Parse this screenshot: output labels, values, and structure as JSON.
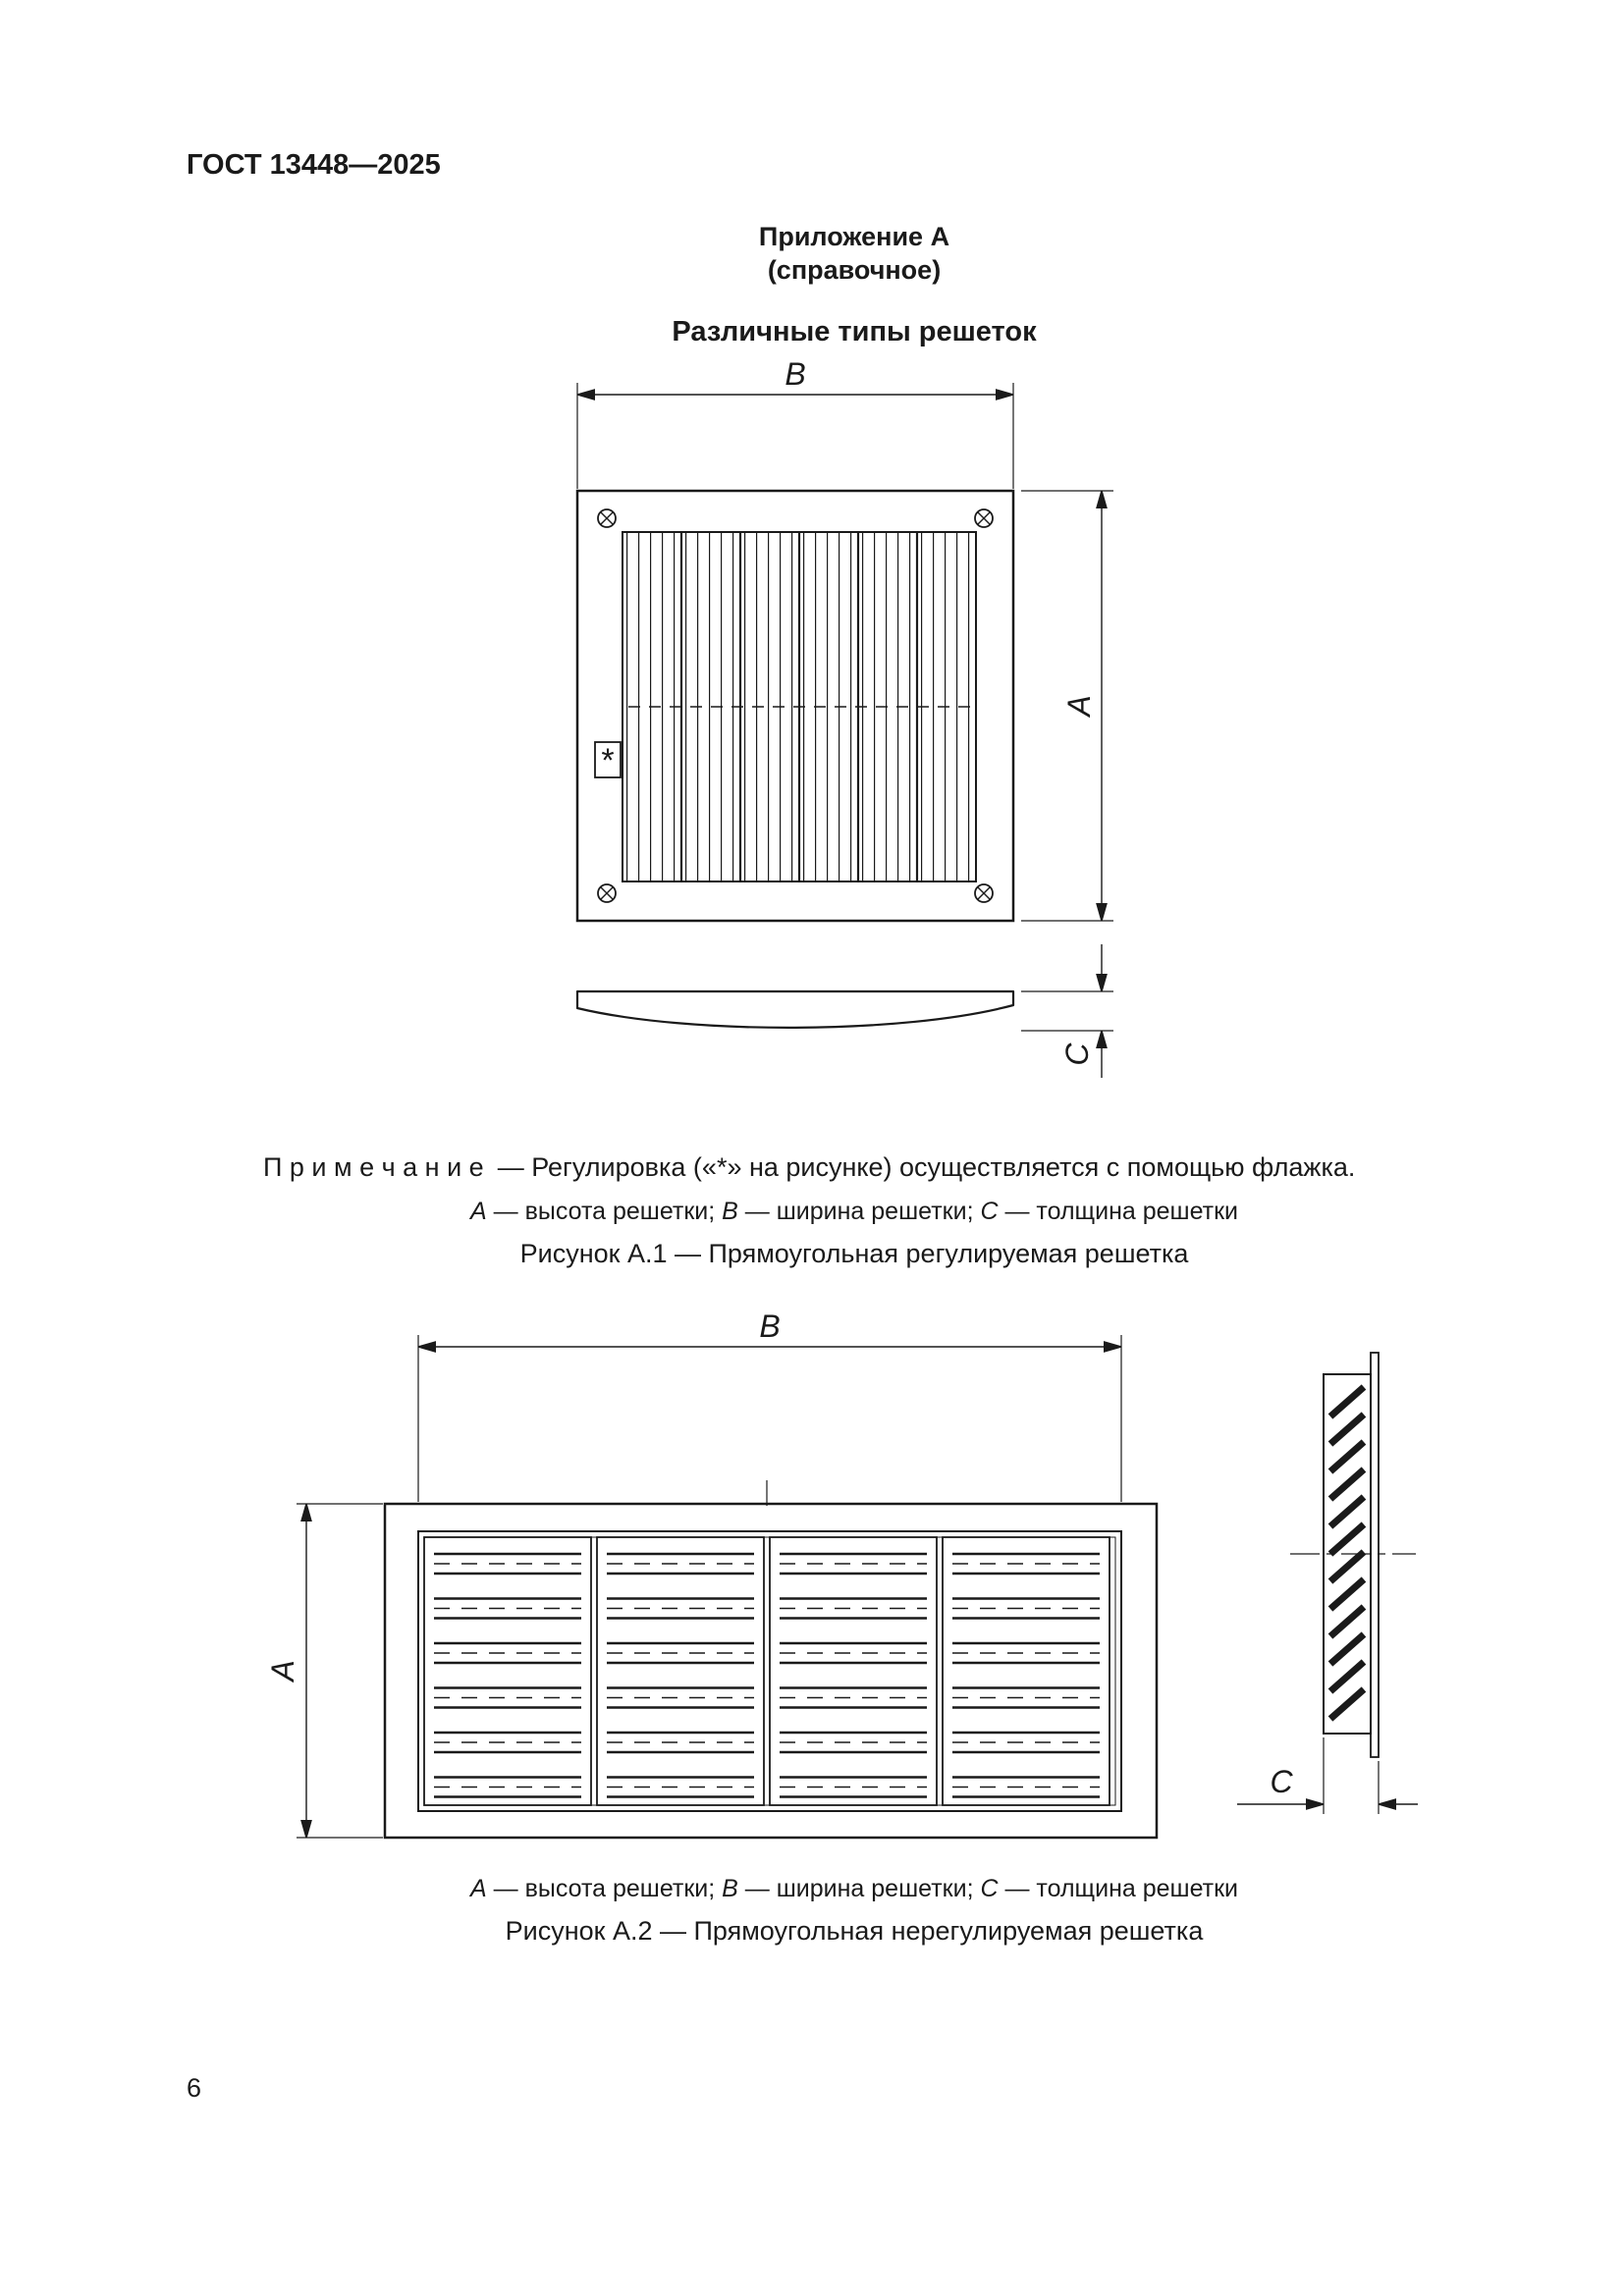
{
  "page": {
    "header": "ГОСТ 13448—2025",
    "page_number": "6"
  },
  "appendix": {
    "title": "Приложение А",
    "subtitle": "(справочное)",
    "heading": "Различные типы решеток"
  },
  "figure_a1": {
    "dim_b": "В",
    "dim_a": "А",
    "dim_c": "С",
    "adjuster_mark": "*",
    "note_label": "П р и м е ч а н и е",
    "note_text": "— Регулировка («*» на рисунке) осуществляется с помощью флажка.",
    "legend": {
      "a": "А",
      "a_text": " — высота решетки; ",
      "b": "В",
      "b_text": " — ширина решетки; ",
      "c": "С",
      "c_text": " — толщина решетки"
    },
    "caption": "Рисунок А.1 — Прямоугольная регулируемая решетка"
  },
  "figure_a2": {
    "dim_b": "В",
    "dim_a": "А",
    "dim_c": "С",
    "legend": {
      "a": "А",
      "a_text": " — высота решетки; ",
      "b": "В",
      "b_text": " — ширина решетки; ",
      "c": "С",
      "c_text": " — толщина решетки"
    },
    "caption": "Рисунок А.2 — Прямоугольная нерегулируемая решетка"
  }
}
